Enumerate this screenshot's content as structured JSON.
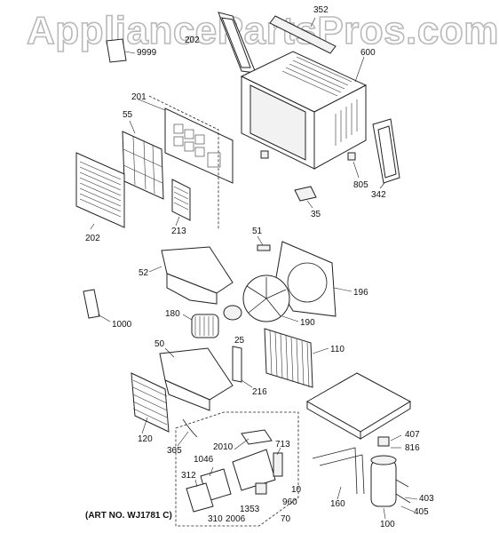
{
  "watermark": "AppliancePartsPros.com",
  "art_note": "(ART NO. WJ1781 C)",
  "parts": [
    {
      "label": "352"
    },
    {
      "label": "202"
    },
    {
      "label": "9999"
    },
    {
      "label": "600"
    },
    {
      "label": "201"
    },
    {
      "label": "55"
    },
    {
      "label": "805"
    },
    {
      "label": "342"
    },
    {
      "label": "35"
    },
    {
      "label": "202"
    },
    {
      "label": "213"
    },
    {
      "label": "51"
    },
    {
      "label": "52"
    },
    {
      "label": "196"
    },
    {
      "label": "1000"
    },
    {
      "label": "180"
    },
    {
      "label": "190"
    },
    {
      "label": "25"
    },
    {
      "label": "50"
    },
    {
      "label": "110"
    },
    {
      "label": "216"
    },
    {
      "label": "120"
    },
    {
      "label": "365"
    },
    {
      "label": "2010"
    },
    {
      "label": "713"
    },
    {
      "label": "407"
    },
    {
      "label": "816"
    },
    {
      "label": "1046"
    },
    {
      "label": "312"
    },
    {
      "label": "10"
    },
    {
      "label": "960"
    },
    {
      "label": "160"
    },
    {
      "label": "1353"
    },
    {
      "label": "70"
    },
    {
      "label": "403"
    },
    {
      "label": "310"
    },
    {
      "label": "2006"
    },
    {
      "label": "405"
    },
    {
      "label": "100"
    }
  ]
}
